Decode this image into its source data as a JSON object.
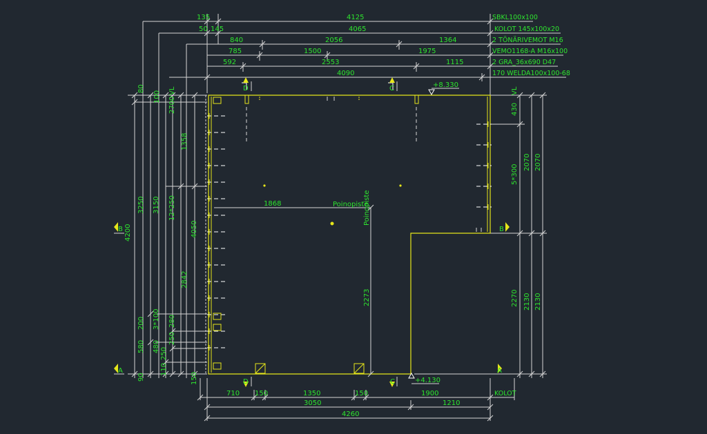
{
  "colors": {
    "background": "#212830",
    "dimension_text": "#2ee52e",
    "geometry": "#e6e61a",
    "extension_lines": "#d6d6d6"
  },
  "top_dims": {
    "r1": [
      "135",
      "4125"
    ],
    "r2": [
      "50",
      "145",
      "4065"
    ],
    "r3": [
      "840",
      "2056",
      "1364"
    ],
    "r4": [
      "785",
      "1500",
      "1975"
    ],
    "r5": [
      "592",
      "2553",
      "1115"
    ],
    "r6": [
      "4090"
    ]
  },
  "top_labels": [
    "SBKL100x100",
    "KOLOT 145x100x20",
    "2 TÖNÄRIVEMOT M16",
    "VEMO1168-A M16x100",
    "2 GRA_36x690 D47",
    "170 WELDA100x100-68"
  ],
  "bottom_dims": {
    "r1": [
      "710",
      "150",
      "1350",
      "150",
      "1900"
    ],
    "r1_label": "KOLOT",
    "r2": [
      "3050",
      "1210"
    ],
    "r3": [
      "4260"
    ]
  },
  "left_dims": [
    "80",
    "3250",
    "4200",
    "3150",
    "100",
    "2700",
    "VL",
    "1358",
    "12*250",
    "4050",
    "2842",
    "200",
    "580",
    "90",
    "3*100",
    "480",
    "280",
    "250",
    "250",
    "110",
    "150"
  ],
  "right_dims": [
    "VL",
    "430",
    "5*300",
    "2070",
    "2070",
    "2270",
    "2130",
    "2130"
  ],
  "interior": {
    "dim_1868": "1868",
    "dim_2273": "2273",
    "poinopiste_1": "Poinopiste",
    "poinopiste_2": "Poinopiste"
  },
  "levels": {
    "top": "+8.330",
    "bottom": "+4.130"
  },
  "section_marks": {
    "a": "A",
    "b": "B",
    "c": "C",
    "d": "D"
  }
}
